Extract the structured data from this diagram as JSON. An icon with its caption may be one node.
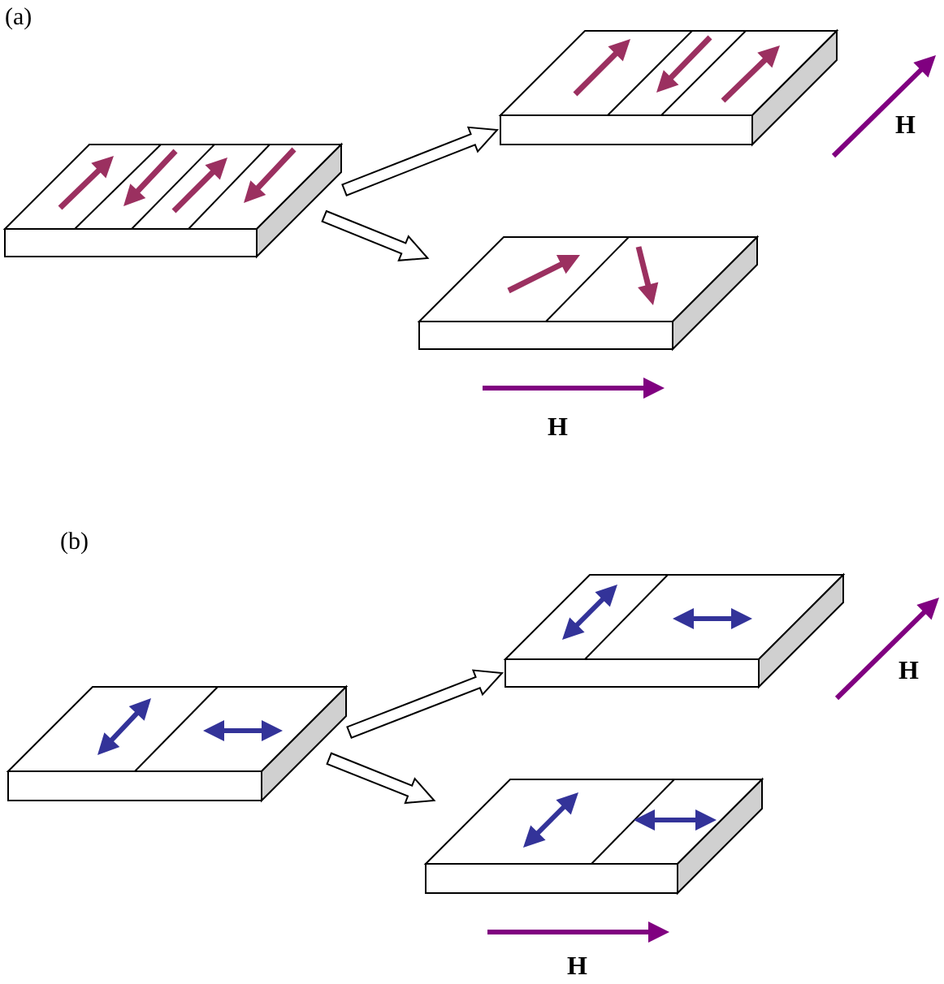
{
  "diagram": {
    "nodes": [
      {
        "text": [],
        "shape": "box"
      },
      {
        "text": [],
        "shape": "box"
      },
      {
        "text": [],
        "shape": "box"
      },
      {
        "text": [],
        "shape": "box"
      },
      {
        "text": [],
        "shape": "box"
      },
      {
        "text": [],
        "shape": "box"
      }
    ],
    "edges": [
      {
        "from": 0,
        "to": 1,
        "arrow": "to"
      },
      {
        "from": 0,
        "to": 2,
        "arrow": "to"
      },
      {
        "from": 3,
        "to": 4,
        "arrow": "to"
      },
      {
        "from": 3,
        "to": 5,
        "arrow": "to"
      }
    ],
    "labels": [
      "(a)",
      "H",
      "H",
      "(b)",
      "H",
      "H"
    ]
  }
}
